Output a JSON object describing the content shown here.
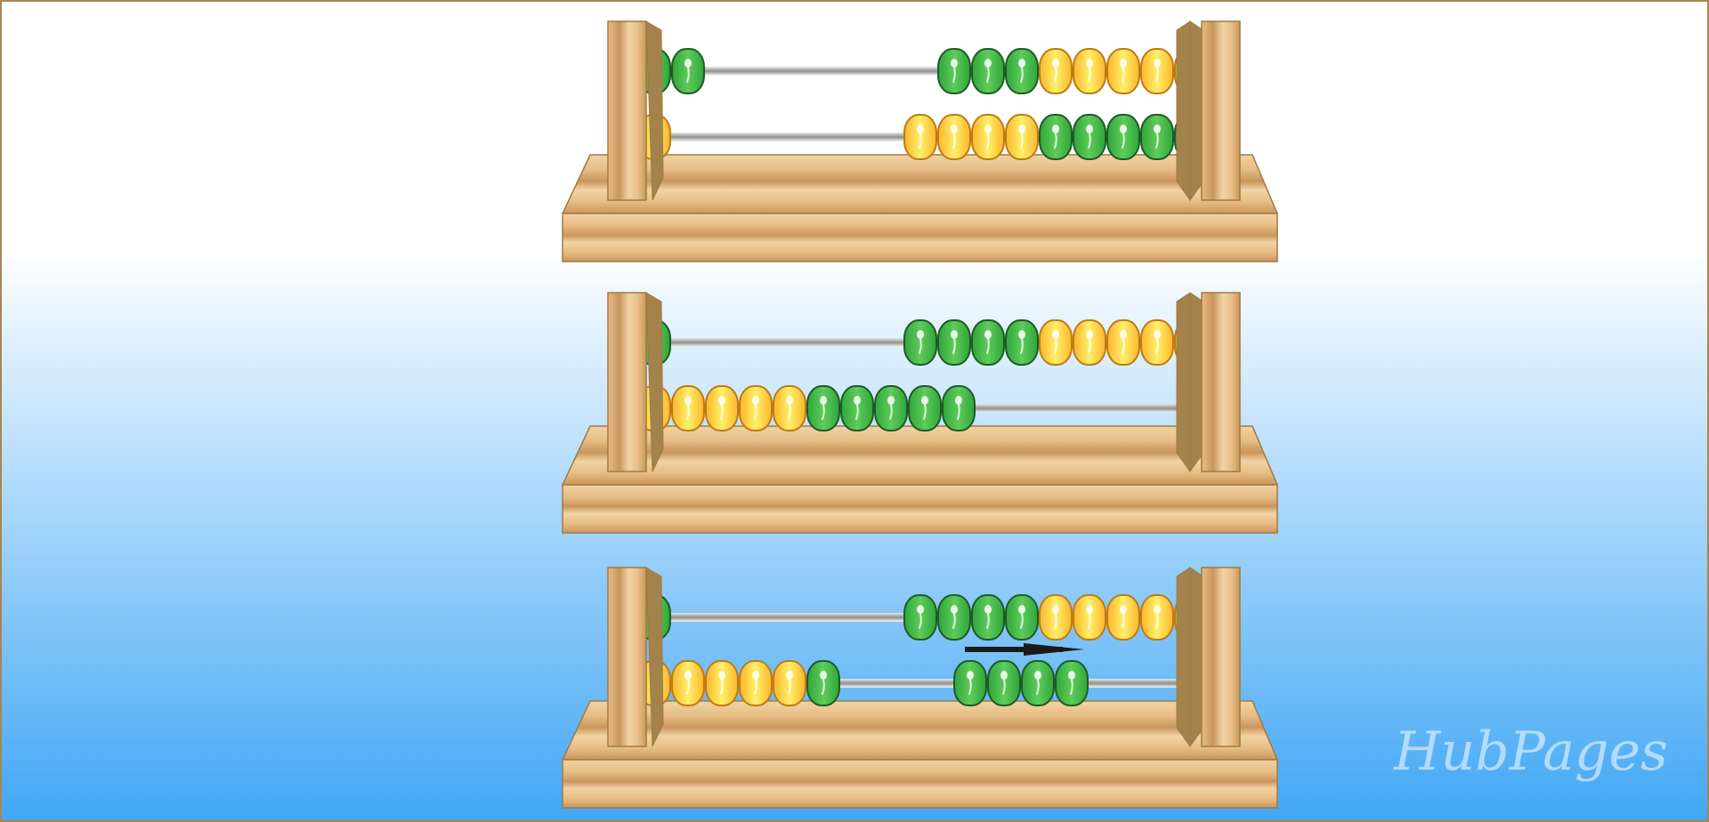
{
  "colors": {
    "bg_top": "#ffffff",
    "bg_bottom": "#41a7f5",
    "frame_border": "#a88552",
    "wood_light": "#f3d3a4",
    "wood_mid": "#e6bd85",
    "wood_dark": "#c9965d",
    "wood_side": "#a3834b",
    "wood_stroke": "#a07a43",
    "bead_green": "#2fa53a",
    "bead_green_light": "#5fcc5a",
    "bead_green_stroke": "#1f5a26",
    "bead_yellow": "#fbb52a",
    "bead_yellow_light": "#fff06a",
    "bead_yellow_stroke": "#c07a14",
    "rod": "#8f8f8f",
    "arrow": "#1a1a1a",
    "watermark": "#ffffff"
  },
  "watermark": {
    "text": "HubPages"
  },
  "abacuses": [
    {
      "name": "abacus-step-1",
      "rows": [
        {
          "left": [
            "green",
            "green"
          ],
          "right": [
            "green",
            "green",
            "green",
            "yellow",
            "yellow",
            "yellow",
            "yellow",
            "yellow"
          ]
        },
        {
          "left": [
            "yellow"
          ],
          "right": [
            "yellow",
            "yellow",
            "yellow",
            "yellow",
            "green",
            "green",
            "green",
            "green",
            "green"
          ]
        }
      ],
      "arrow": null
    },
    {
      "name": "abacus-step-2",
      "rows": [
        {
          "left": [
            "green"
          ],
          "right": [
            "green",
            "green",
            "green",
            "green",
            "yellow",
            "yellow",
            "yellow",
            "yellow",
            "yellow"
          ]
        },
        {
          "left": [
            "yellow",
            "yellow",
            "yellow",
            "yellow",
            "yellow",
            "green",
            "green",
            "green",
            "green",
            "green"
          ],
          "right": []
        }
      ],
      "arrow": null
    },
    {
      "name": "abacus-step-3",
      "rows": [
        {
          "left": [
            "green"
          ],
          "right": [
            "green",
            "green",
            "green",
            "green",
            "yellow",
            "yellow",
            "yellow",
            "yellow",
            "yellow"
          ]
        },
        {
          "left": [
            "yellow",
            "yellow",
            "yellow",
            "yellow",
            "yellow",
            "green"
          ],
          "right": [],
          "middle": [
            "green",
            "green",
            "green",
            "green"
          ]
        }
      ],
      "arrow": {
        "direction": "right",
        "row": 2
      }
    }
  ]
}
